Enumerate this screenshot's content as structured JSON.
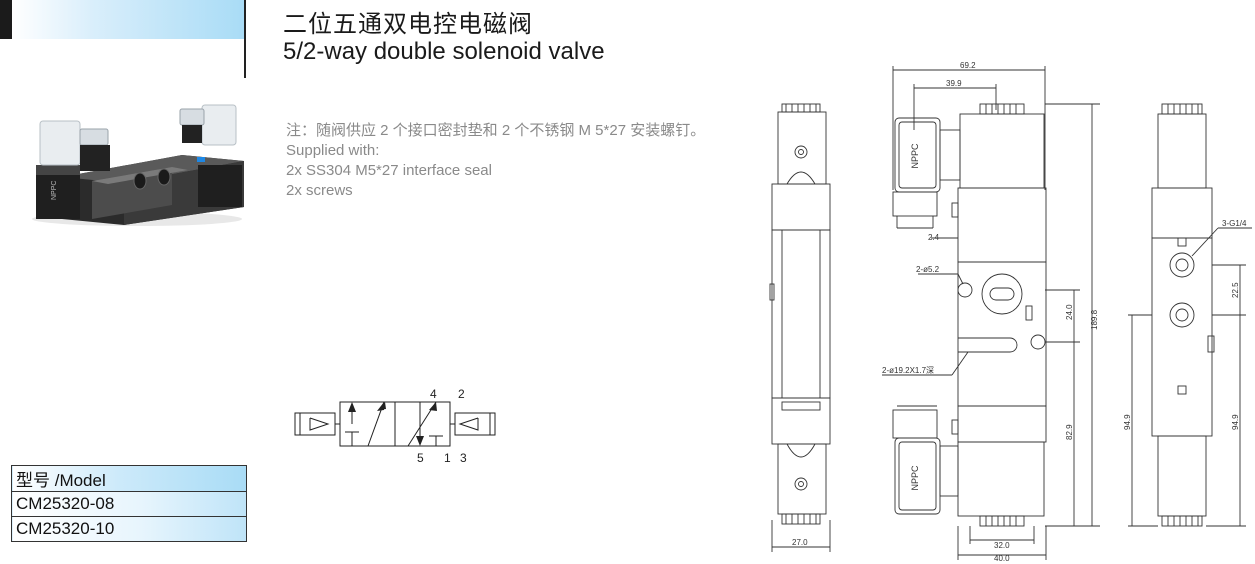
{
  "header": {
    "title_cn": "二位五通双电控电磁阀",
    "title_en": "5/2-way double solenoid valve"
  },
  "notes": {
    "line_cn": "注：随阀供应 2 个接口密封垫和 2 个不锈钢 M 5*27 安装螺钉。",
    "line1": "Supplied with:",
    "line2": "2x SS304 M5*27 interface seal",
    "line3": "2x screws"
  },
  "product_photo": {
    "logo": "NPPC"
  },
  "symbol": {
    "port_4": "4",
    "port_2": "2",
    "port_5": "5",
    "port_1": "1",
    "port_3": "3"
  },
  "model_table": {
    "header": "型号 /Model",
    "rows": [
      "CM25320-08",
      "CM25320-10"
    ]
  },
  "drawing": {
    "logo": "NPPC",
    "dims": {
      "d69_2": "69.2",
      "d39_9": "39.9",
      "d2_4": "2.4",
      "hole": "2-ø5.2",
      "recess": "2-ø19.2X1.7深",
      "d24_0": "24.0",
      "d189_8": "189.8",
      "d82_9": "82.9",
      "d27_0": "27.0",
      "d32_0": "32.0",
      "d40_0": "40.0",
      "port": "3-G1/4",
      "d22_5": "22.5",
      "d94_9_left": "94.9",
      "d94_9_right": "94.9"
    }
  },
  "colors": {
    "accent_blue": "#a9dcf6",
    "dark": "#1b1b1b",
    "valve_blue": "#1e88e5"
  }
}
